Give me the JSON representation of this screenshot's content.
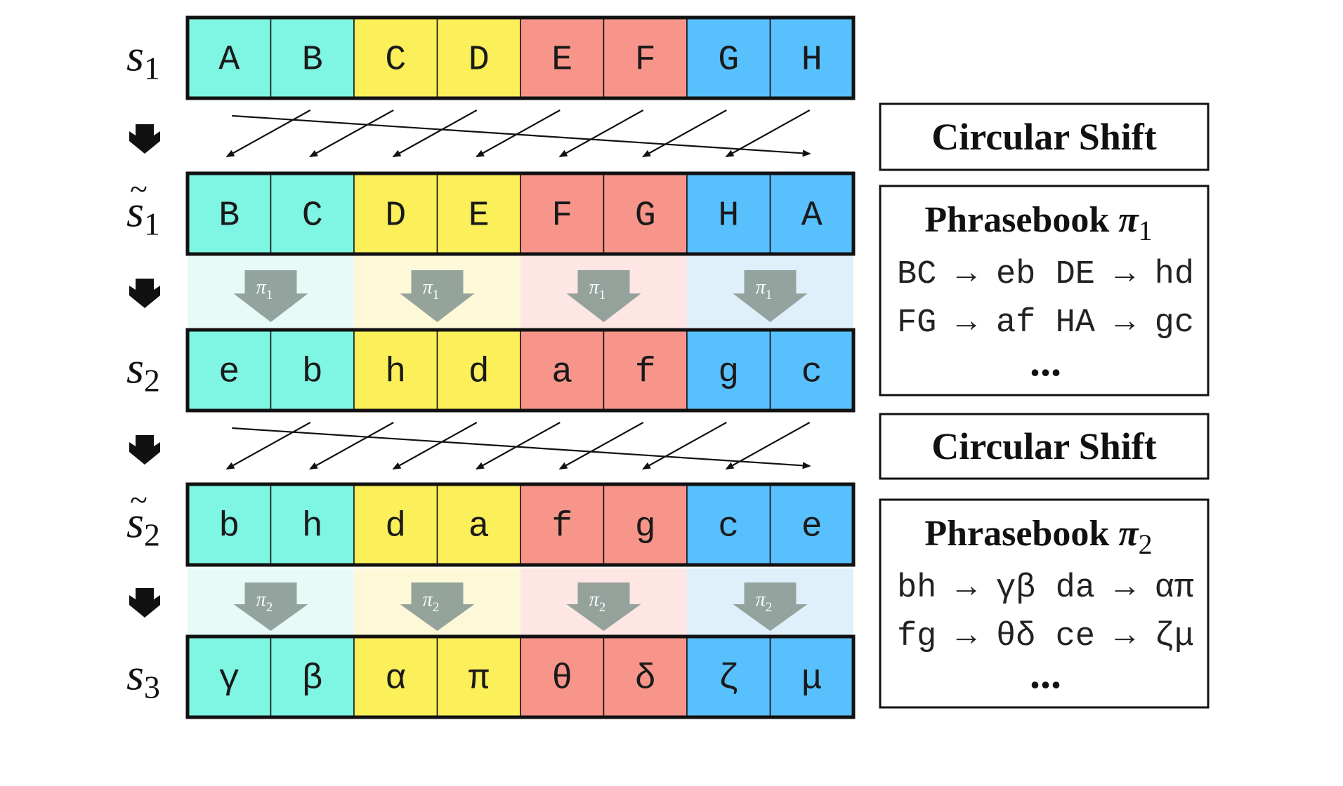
{
  "colors": {
    "teal": "#7ff5e3",
    "yellow": "#fbef5a",
    "red": "#f8958a",
    "blue": "#58c0fc",
    "teal_light": "#e6fbf8",
    "yellow_light": "#fdf9d8",
    "red_light": "#fde6e3",
    "blue_light": "#dff0fb",
    "pi_arrow": "#8c9c96"
  },
  "rows": [
    {
      "symbol": "s",
      "tilde": false,
      "sub": "1",
      "cells": [
        "A",
        "B",
        "C",
        "D",
        "E",
        "F",
        "G",
        "H"
      ]
    },
    {
      "symbol": "s",
      "tilde": true,
      "sub": "1",
      "cells": [
        "B",
        "C",
        "D",
        "E",
        "F",
        "G",
        "H",
        "A"
      ]
    },
    {
      "symbol": "s",
      "tilde": false,
      "sub": "2",
      "cells": [
        "e",
        "b",
        "h",
        "d",
        "a",
        "f",
        "g",
        "c"
      ]
    },
    {
      "symbol": "s",
      "tilde": true,
      "sub": "2",
      "cells": [
        "b",
        "h",
        "d",
        "a",
        "f",
        "g",
        "c",
        "e"
      ]
    },
    {
      "symbol": "s",
      "tilde": false,
      "sub": "3",
      "cells": [
        "γ",
        "β",
        "α",
        "π",
        "θ",
        "δ",
        "ζ",
        "μ"
      ]
    }
  ],
  "transitions": [
    {
      "type": "shift",
      "label": "Circular Shift"
    },
    {
      "type": "phrasebook",
      "pi": "π",
      "sub": "1",
      "title": "Phrasebook",
      "rules": [
        "BC → eb DE → hd",
        "FG → af HA → gc"
      ],
      "more": "..."
    },
    {
      "type": "shift",
      "label": "Circular Shift"
    },
    {
      "type": "phrasebook",
      "pi": "π",
      "sub": "2",
      "title": "Phrasebook",
      "rules": [
        "bh → γβ da → απ",
        "fg → θδ ce → ζμ"
      ],
      "more": "..."
    }
  ]
}
